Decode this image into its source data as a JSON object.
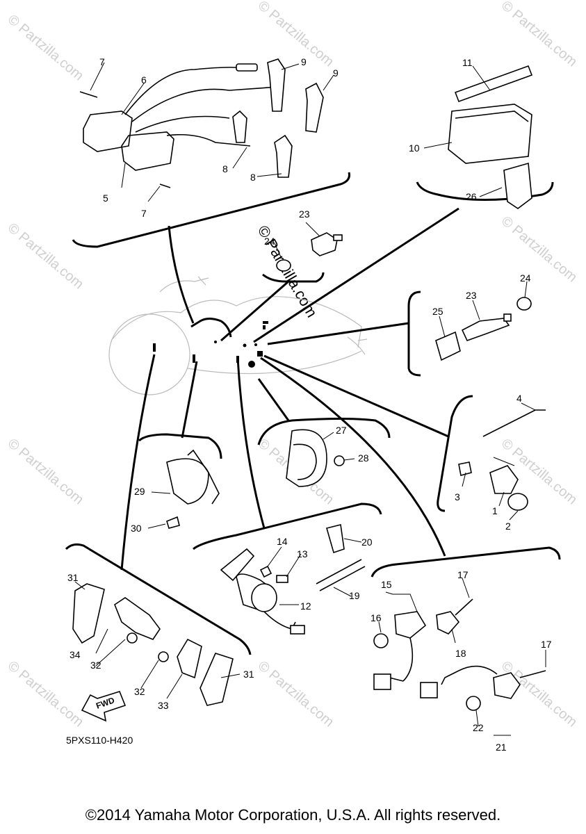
{
  "diagram_code": "5PXS110-H420",
  "watermark": "© Partzilla.com",
  "fwd_label": "FWD",
  "copyright": "©2014 Yamaha Motor Corporation, U.S.A. All rights reserved.",
  "callouts": {
    "c1": "1",
    "c2": "2",
    "c3": "3",
    "c4": "4",
    "c5": "5",
    "c6": "6",
    "c7a": "7",
    "c7b": "7",
    "c8a": "8",
    "c8b": "8",
    "c9a": "9",
    "c9b": "9",
    "c10": "10",
    "c11": "11",
    "c12": "12",
    "c13": "13",
    "c14": "14",
    "c15": "15",
    "c16": "16",
    "c17a": "17",
    "c17b": "17",
    "c18": "18",
    "c19": "19",
    "c20": "20",
    "c21": "21",
    "c22": "22",
    "c23a": "23",
    "c23b": "23",
    "c24a": "24",
    "c24b": "24",
    "c25": "25",
    "c26": "26",
    "c27": "27",
    "c28": "28",
    "c29": "29",
    "c30": "30",
    "c31a": "31",
    "c31b": "31",
    "c32a": "32",
    "c32b": "32",
    "c33": "33",
    "c34": "34"
  }
}
